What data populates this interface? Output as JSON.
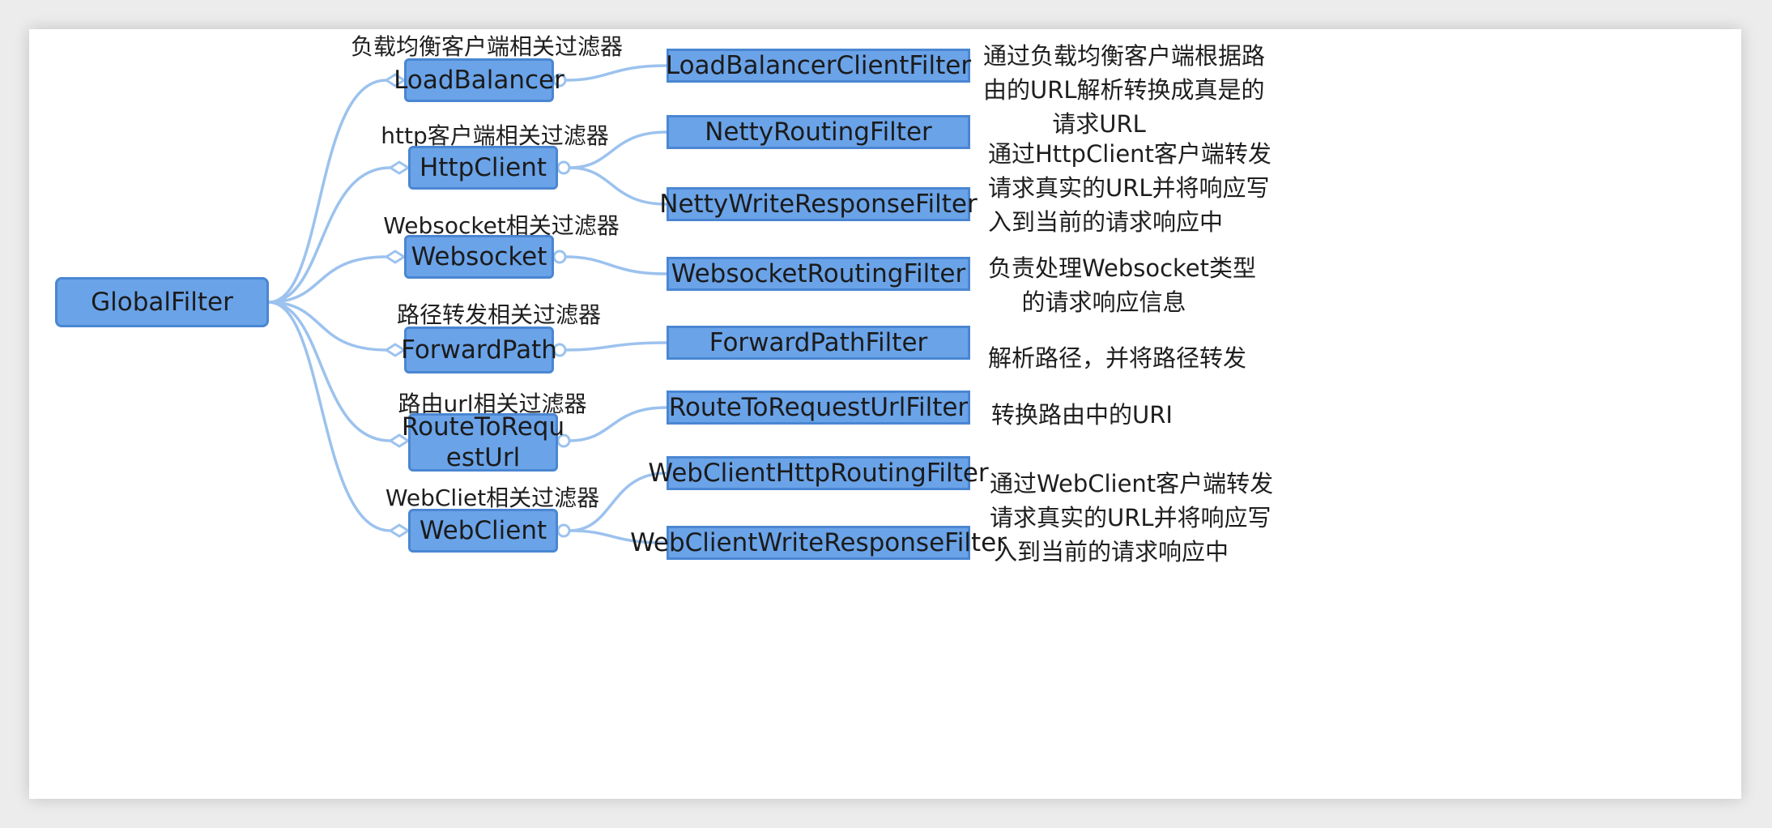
{
  "root": {
    "label": "GlobalFilter"
  },
  "groups": [
    {
      "group_label": "负载均衡客户端相关过滤器",
      "node_label": "LoadBalancer",
      "filters": [
        "LoadBalancerClientFilter"
      ],
      "desc": [
        "通过负载均衡客户端根据路",
        "由的URL解析转换成真是的",
        "请求URL"
      ]
    },
    {
      "group_label": "http客户端相关过滤器",
      "node_label": "HttpClient",
      "filters": [
        "NettyRoutingFilter",
        "NettyWriteResponseFilter"
      ],
      "desc": [
        "通过HttpClient客户端转发",
        "请求真实的URL并将响应写",
        "入到当前的请求响应中"
      ]
    },
    {
      "group_label": "Websocket相关过滤器",
      "node_label": "Websocket",
      "filters": [
        "WebsocketRoutingFilter"
      ],
      "desc": [
        "负责处理Websocket类型",
        "的请求响应信息"
      ]
    },
    {
      "group_label": "路径转发相关过滤器",
      "node_label": "ForwardPath",
      "filters": [
        "ForwardPathFilter"
      ],
      "desc": [
        "解析路径，并将路径转发"
      ]
    },
    {
      "group_label": "路由url相关过滤器",
      "node_label": "RouteToRequestUrl",
      "node_lines": [
        "RouteToRequ",
        "estUrl"
      ],
      "filters": [
        "RouteToRequestUrlFilter"
      ],
      "desc": [
        "转换路由中的URI"
      ]
    },
    {
      "group_label": "WebCliet相关过滤器",
      "node_label": "WebClient",
      "filters": [
        "WebClientHttpRoutingFilter",
        "WebClientWriteResponseFilter"
      ],
      "desc": [
        "通过WebClient客户端转发",
        "请求真实的URL并将响应写",
        "入到当前的请求响应中"
      ]
    }
  ],
  "colors": {
    "node_fill": "#6aa3e8",
    "node_border": "#4a86d2",
    "connector": "#9cc2ee"
  }
}
